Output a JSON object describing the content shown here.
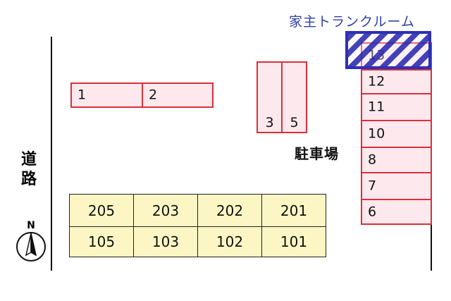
{
  "trunk_room": {
    "label": "家主トランクルーム"
  },
  "parking_label": "駐車場",
  "road_label": [
    "道",
    "路"
  ],
  "compass": {
    "letter": "N"
  },
  "parking_slots": {
    "s1": "1",
    "s2": "2",
    "s3": "3",
    "s5": "5",
    "s13": "13",
    "s12": "12",
    "s11": "11",
    "s10": "10",
    "s8": "8",
    "s7": "7",
    "s6": "6"
  },
  "rooms_upper": [
    "205",
    "203",
    "202",
    "201"
  ],
  "rooms_lower": [
    "105",
    "103",
    "102",
    "101"
  ],
  "colors": {
    "parking_fill": "#fde8ee",
    "parking_border": "#d9303a",
    "building_fill": "#fbf6c4",
    "trunk_room": "#2f2fb3",
    "title_blue": "#2f3fa6"
  }
}
